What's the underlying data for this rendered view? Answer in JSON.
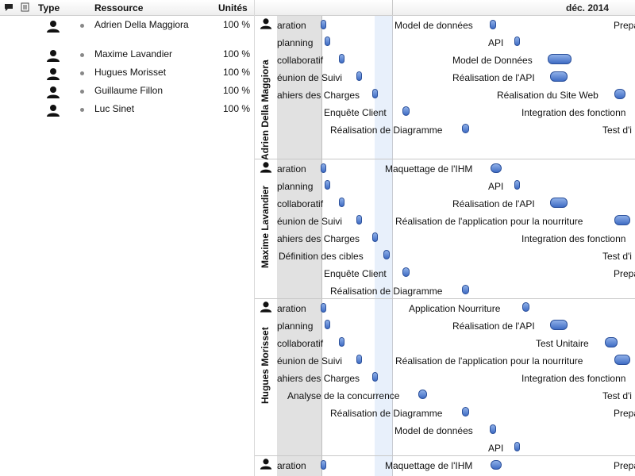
{
  "left": {
    "headers": {
      "comment_icon": "speech-bubble-icon",
      "note_icon": "note-icon",
      "type": "Type",
      "resource": "Ressource",
      "units": "Unités"
    },
    "rows": [
      {
        "name": "Adrien Della Maggiora",
        "units": "100 %"
      },
      {
        "name": "Maxime Lavandier",
        "units": "100 %"
      },
      {
        "name": "Hugues Morisset",
        "units": "100 %"
      },
      {
        "name": "Guillaume Fillon",
        "units": "100 %"
      },
      {
        "name": "Luc Sinet",
        "units": "100 %"
      }
    ]
  },
  "gantt": {
    "month": "déc. 2014",
    "groups": [
      {
        "name": "Adrien Della Maggiora",
        "tasks": [
          {
            "label": "aration"
          },
          {
            "label": "planning"
          },
          {
            "label": "collaboratif"
          },
          {
            "label": "éunion de Suivi"
          },
          {
            "label": "ahiers des Charges"
          },
          {
            "label": "Enquête Client"
          },
          {
            "label": "Réalisation de Diagramme"
          },
          {
            "label": "Model de données"
          },
          {
            "label": "API"
          },
          {
            "label": "Model de Données"
          },
          {
            "label": "Réalisation de l'API"
          },
          {
            "label": "Réalisation du Site Web"
          },
          {
            "label": "Integration des fonctionn"
          },
          {
            "label": "Prepa"
          },
          {
            "label": "Test d'i"
          }
        ]
      },
      {
        "name": "Maxime Lavandier",
        "tasks": [
          {
            "label": "aration"
          },
          {
            "label": "planning"
          },
          {
            "label": "collaboratif"
          },
          {
            "label": "éunion de Suivi"
          },
          {
            "label": "ahiers des Charges"
          },
          {
            "label": "Définition des cibles"
          },
          {
            "label": "Enquête Client"
          },
          {
            "label": "Réalisation de Diagramme"
          },
          {
            "label": "Maquettage de l'IHM"
          },
          {
            "label": "API"
          },
          {
            "label": "Réalisation de l'API"
          },
          {
            "label": "Réalisation de l'application pour la nourriture"
          },
          {
            "label": "Integration des fonctionn"
          },
          {
            "label": "Test d'i"
          },
          {
            "label": "Prepa"
          }
        ]
      },
      {
        "name": "Hugues Morisset",
        "tasks": [
          {
            "label": "aration"
          },
          {
            "label": "planning"
          },
          {
            "label": "collaboratif"
          },
          {
            "label": "éunion de Suivi"
          },
          {
            "label": "ahiers des Charges"
          },
          {
            "label": "Analyse de la concurrence"
          },
          {
            "label": "Réalisation de Diagramme"
          },
          {
            "label": "Application Nourriture"
          },
          {
            "label": "Réalisation de l'API"
          },
          {
            "label": "Test Unitaire"
          },
          {
            "label": "Réalisation de l'application pour la nourriture"
          },
          {
            "label": "Integration des fonctionn"
          },
          {
            "label": "Test d'i"
          },
          {
            "label": "Prepa"
          },
          {
            "label": "Model de données"
          },
          {
            "label": "API"
          }
        ]
      },
      {
        "name": "",
        "tasks": [
          {
            "label": "aration"
          },
          {
            "label": "Maquettage de l'IHM"
          },
          {
            "label": "Prepa"
          }
        ]
      }
    ]
  },
  "colors": {
    "bar": "#5b84d6",
    "weekend": "#e1e1e1",
    "today": "#e8f0fb"
  }
}
